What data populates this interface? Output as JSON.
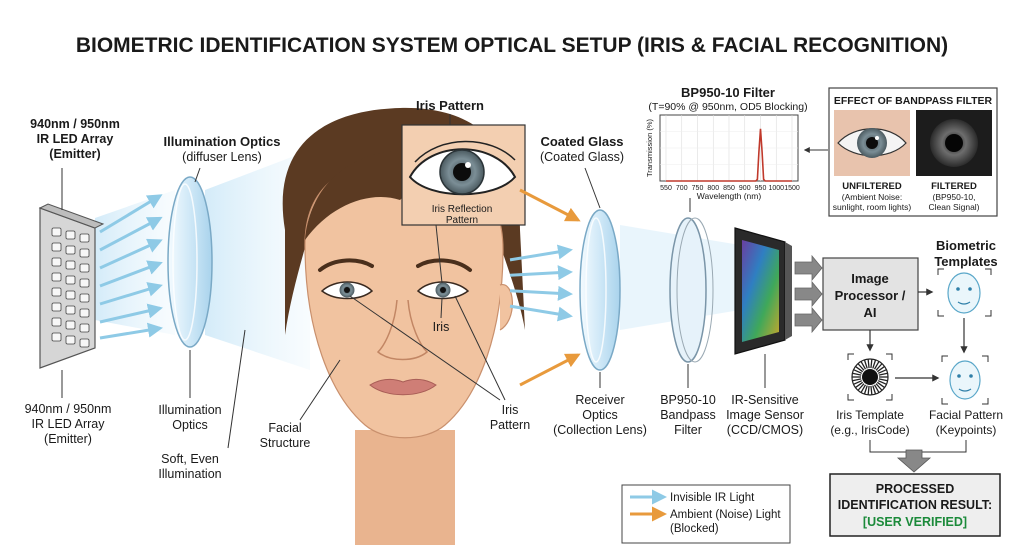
{
  "title": "BIOMETRIC IDENTIFICATION SYSTEM OPTICAL SETUP (IRIS & FACIAL RECOGNITION)",
  "emitter": {
    "top_label": [
      "940nm / 950nm",
      "IR LED Array",
      "(Emitter)"
    ],
    "bottom_label": [
      "940nm / 950nm",
      "IR LED Array",
      "(Emitter)"
    ]
  },
  "illumination_optics": {
    "top_label": "Illumination Optics",
    "top_sub": "(diffuser Lens)",
    "bottom_label": [
      "Illumination",
      "Optics"
    ],
    "effect": [
      "Soft, Even",
      "Illumination"
    ]
  },
  "face": {
    "iris_pattern_title": "Iris Pattern",
    "iris_reflection": [
      "Iris Reflection",
      "Pattern"
    ],
    "iris_label": "Iris",
    "iris_pattern_label": [
      "Iris",
      "Pattern"
    ],
    "facial_structure": [
      "Facial",
      "Structure"
    ]
  },
  "coated_glass": {
    "label": "Coated Glass",
    "sub": "(Coated Glass)"
  },
  "receiver": {
    "label": [
      "Receiver",
      "Optics",
      "(Collection Lens)"
    ]
  },
  "filter_graph": {
    "title": "BP950-10 Filter",
    "subtitle": "(T=90% @ 950nm, OD5 Blocking)",
    "ylabel": "Transmission (%)",
    "xlabel": "Wavelength (nm)",
    "xticks": [
      "550",
      "700",
      "750",
      "800",
      "850",
      "900",
      "950",
      "1000",
      "1500"
    ]
  },
  "chart_data": {
    "type": "line",
    "title": "BP950-10 Filter",
    "subtitle": "(T=90% @ 950nm, OD5 Blocking)",
    "xlabel": "Wavelength (nm)",
    "ylabel": "Transmission (%)",
    "categories": [
      "550",
      "700",
      "750",
      "800",
      "850",
      "900",
      "950",
      "1000",
      "1500"
    ],
    "x": [
      550,
      700,
      750,
      800,
      850,
      900,
      925,
      935,
      940,
      945,
      950,
      955,
      960,
      965,
      975,
      1000,
      1500
    ],
    "values": [
      0,
      0,
      0,
      0,
      0,
      0,
      0,
      0,
      3,
      50,
      90,
      50,
      3,
      0,
      0,
      0,
      0
    ],
    "ylim": [
      0,
      100
    ],
    "grid": true,
    "color": "#c0392b"
  },
  "bandpass_filter": {
    "label": [
      "BP950-10",
      "Bandpass",
      "Filter"
    ]
  },
  "sensor": {
    "label": [
      "IR-Sensitive",
      "Image Sensor",
      "(CCD/CMOS)"
    ]
  },
  "effect_panel": {
    "title": "EFFECT OF BANDPASS FILTER",
    "unfiltered_title": "UNFILTERED",
    "unfiltered_sub": [
      "(Ambient Noise:",
      "sunlight, room lights)"
    ],
    "filtered_title": "FILTERED",
    "filtered_sub": [
      "(BP950-10,",
      "Clean Signal)"
    ]
  },
  "processor": {
    "label": [
      "Image",
      "Processor /",
      "AI"
    ]
  },
  "templates": {
    "title": [
      "Biometric",
      "Templates"
    ],
    "iris_template": [
      "Iris Template",
      "(e.g., IrisCode)"
    ],
    "facial_pattern": [
      "Facial Pattern",
      "(Keypoints)"
    ]
  },
  "legend": {
    "ir_light": "Invisible IR Light",
    "ambient": [
      "Ambient (Noise) Light",
      "(Blocked)"
    ]
  },
  "result": {
    "line1": "PROCESSED",
    "line2": "IDENTIFICATION RESULT:",
    "status": "[USER VERIFIED]"
  },
  "colors": {
    "ir_arrow": "#8ecae6",
    "ambient_arrow": "#e89a3c",
    "verified": "#1b8a3a",
    "lens": "#dbeefa",
    "skin": "#f1c3a0",
    "hair": "#5b3a22"
  }
}
